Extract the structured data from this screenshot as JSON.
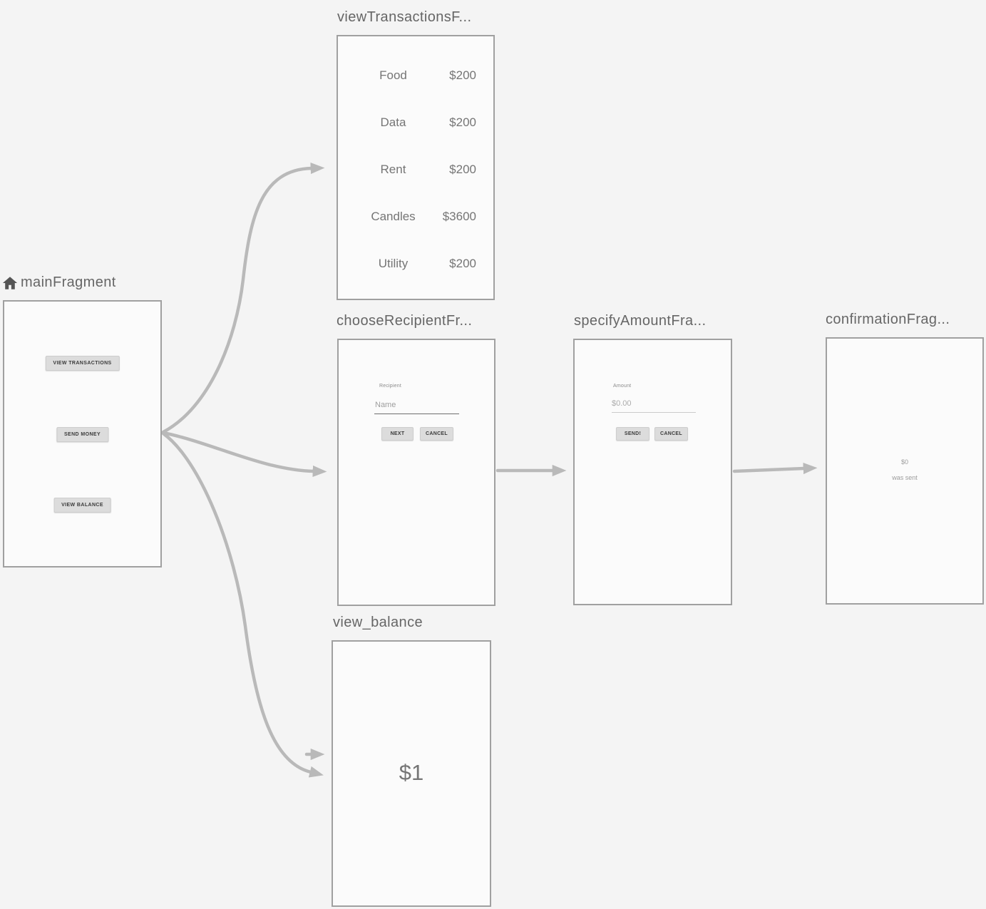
{
  "canvas": {
    "canvas_bg": "#f4f4f4",
    "panel_bg": "#fbfbfb",
    "panel_border": "#a0a0a0",
    "arrow_color": "#b9b9b9",
    "title_color": "#666666",
    "preview_text": "#757575",
    "hint_text": "#9e9e9e",
    "button_bg": "#dcdcdc",
    "button_text": "#3a3a3a"
  },
  "icons": {
    "start_destination": "home-icon"
  },
  "fragments": {
    "main": {
      "title": "mainFragment",
      "buttons": [
        "VIEW TRANSACTIONS",
        "SEND MONEY",
        "VIEW BALANCE"
      ]
    },
    "view_transactions": {
      "title": "viewTransactionsF...",
      "rows": [
        {
          "label": "Food",
          "amount": "$200"
        },
        {
          "label": "Data",
          "amount": "$200"
        },
        {
          "label": "Rent",
          "amount": "$200"
        },
        {
          "label": "Candles",
          "amount": "$3600"
        },
        {
          "label": "Utility",
          "amount": "$200"
        }
      ]
    },
    "choose_recipient": {
      "title": "chooseRecipientFr...",
      "field_label": "Recipient",
      "field_placeholder": "Name",
      "next_button": "NEXT",
      "cancel_button": "CANCEL"
    },
    "specify_amount": {
      "title": "specifyAmountFra...",
      "field_label": "Amount",
      "field_placeholder": "$0.00",
      "send_button": "SEND!",
      "cancel_button": "CANCEL"
    },
    "confirmation": {
      "title": "confirmationFrag...",
      "amount": "$0",
      "message": "was sent"
    },
    "view_balance": {
      "title": "view_balance",
      "balance": "$1"
    }
  }
}
